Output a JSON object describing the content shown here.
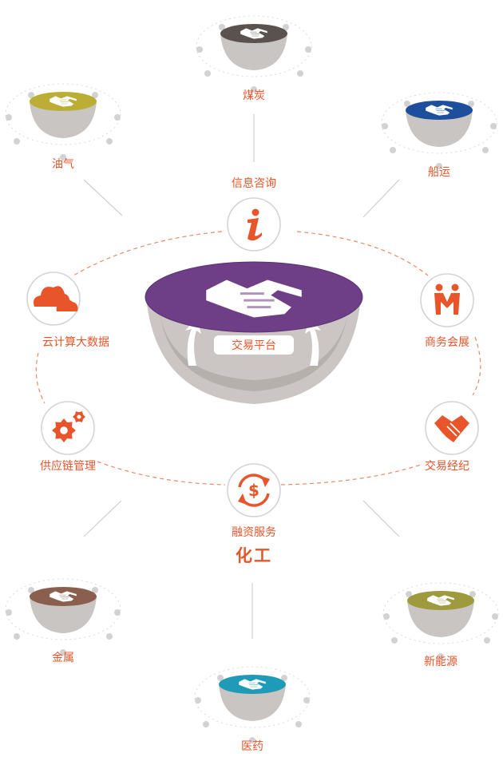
{
  "colors": {
    "accent": "#e8552a",
    "platform": "#6e3e86",
    "bowl_gray": "#c9c5c2",
    "line_gray": "#cfcfcf",
    "dash": "#eb8a68"
  },
  "center": {
    "label": "交易平台",
    "highlight": "化工"
  },
  "services": [
    {
      "id": "info",
      "label": "信息咨询",
      "icon": "info-icon"
    },
    {
      "id": "business",
      "label": "商务会展",
      "icon": "people-icon"
    },
    {
      "id": "brokerage",
      "label": "交易经纪",
      "icon": "handshake-icon"
    },
    {
      "id": "finance",
      "label": "融资服务",
      "icon": "dollar-cycle-icon"
    },
    {
      "id": "supply",
      "label": "供应链管理",
      "icon": "gears-icon"
    },
    {
      "id": "cloud",
      "label": "云计算大数据",
      "icon": "cloud-icon"
    }
  ],
  "industries": [
    {
      "id": "coal",
      "label": "煤炭",
      "color": "#5a524e"
    },
    {
      "id": "shipping",
      "label": "船运",
      "color": "#1e4f9c"
    },
    {
      "id": "energy",
      "label": "新能源",
      "color": "#9f9a3e"
    },
    {
      "id": "medicine",
      "label": "医药",
      "color": "#1f9bb8"
    },
    {
      "id": "metal",
      "label": "金属",
      "color": "#8a5f4e"
    },
    {
      "id": "oil",
      "label": "油气",
      "color": "#bcae35"
    }
  ]
}
